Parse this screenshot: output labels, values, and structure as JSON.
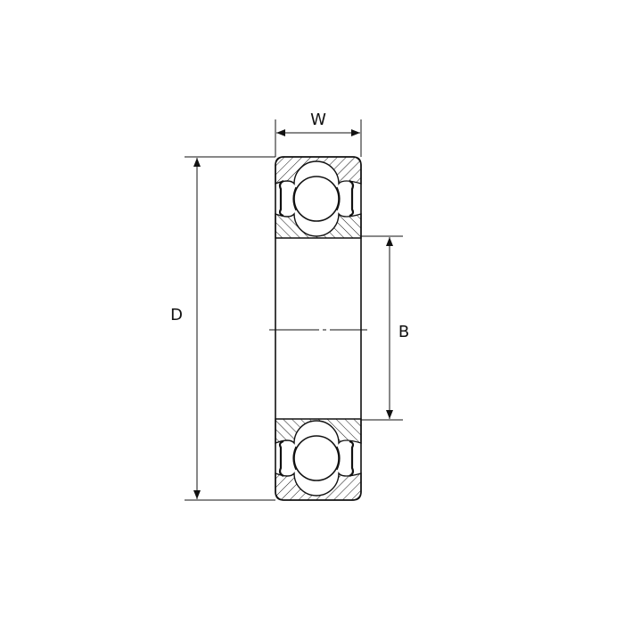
{
  "diagram": {
    "labels": {
      "width": "W",
      "outer_diameter": "D",
      "bore": "B"
    },
    "colors": {
      "line": "#111111",
      "background": "#ffffff"
    }
  }
}
